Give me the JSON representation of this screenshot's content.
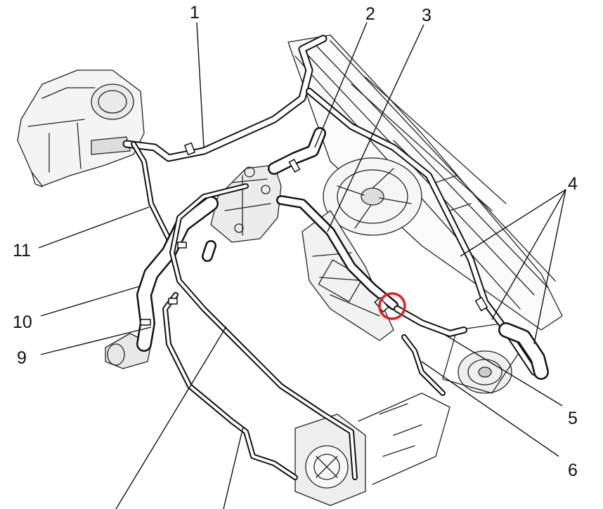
{
  "diagram": {
    "callouts": [
      {
        "id": "1",
        "text": "1"
      },
      {
        "id": "2",
        "text": "2"
      },
      {
        "id": "3",
        "text": "3"
      },
      {
        "id": "4",
        "text": "4"
      },
      {
        "id": "5",
        "text": "5"
      },
      {
        "id": "6",
        "text": "6"
      },
      {
        "id": "9",
        "text": "9"
      },
      {
        "id": "10",
        "text": "10"
      },
      {
        "id": "11",
        "text": "11"
      }
    ],
    "highlight_color": "#e02020",
    "line_color": "#111111"
  }
}
